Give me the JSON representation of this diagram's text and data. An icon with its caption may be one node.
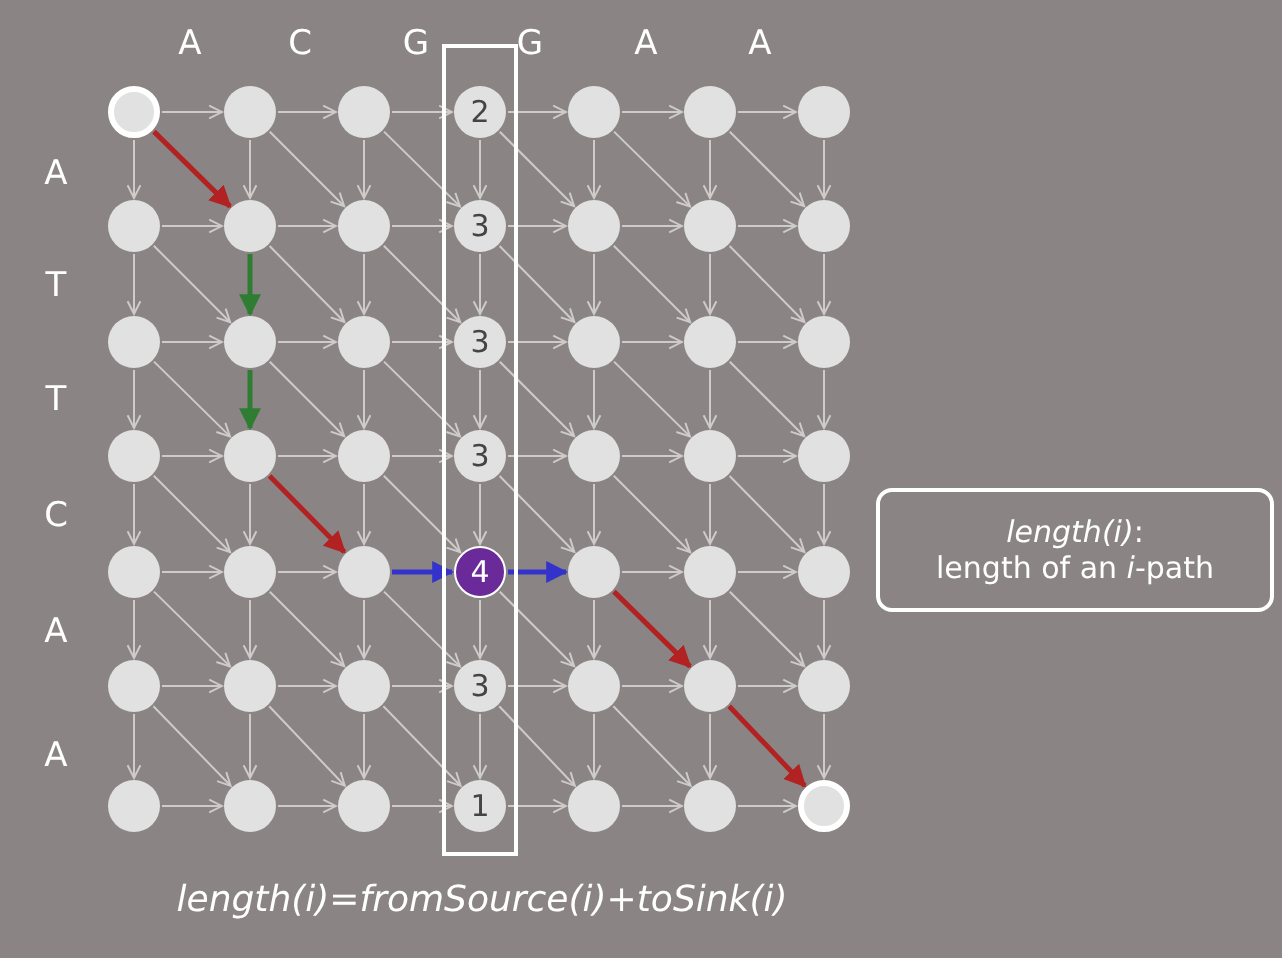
{
  "diagram": {
    "caption": "length(i)=fromSource(i)+toSink(i)",
    "nodes": [
      {
        "text": [],
        "shape": "box"
      },
      {
        "text": [],
        "shape": "circle"
      },
      {
        "text": [],
        "shape": "circle"
      },
      {
        "text": [],
        "shape": "circle"
      },
      {
        "text": [
          "2"
        ],
        "in": 0
      },
      {
        "text": [],
        "shape": "circle"
      },
      {
        "text": [],
        "shape": "circle"
      },
      {
        "text": [],
        "shape": "circle"
      },
      {
        "text": [],
        "shape": "circle"
      },
      {
        "text": [],
        "shape": "circle"
      },
      {
        "text": [],
        "shape": "circle"
      },
      {
        "text": [
          "3"
        ],
        "in": 0
      },
      {
        "text": [],
        "shape": "circle"
      },
      {
        "text": [],
        "shape": "circle"
      },
      {
        "text": [],
        "shape": "circle"
      },
      {
        "text": [],
        "shape": "circle"
      },
      {
        "text": [],
        "shape": "circle"
      },
      {
        "text": [],
        "shape": "circle"
      },
      {
        "text": [
          "3"
        ],
        "in": 0
      },
      {
        "text": [],
        "shape": "circle"
      },
      {
        "text": [],
        "shape": "circle"
      },
      {
        "text": [],
        "shape": "circle"
      },
      {
        "text": [],
        "shape": "circle"
      },
      {
        "text": [],
        "shape": "circle"
      },
      {
        "text": [],
        "shape": "circle"
      },
      {
        "text": [
          "3"
        ],
        "in": 0
      },
      {
        "text": [],
        "shape": "circle"
      },
      {
        "text": [],
        "shape": "circle"
      },
      {
        "text": [],
        "shape": "circle"
      },
      {
        "text": [],
        "shape": "circle"
      },
      {
        "text": [],
        "shape": "circle"
      },
      {
        "text": [],
        "shape": "circle"
      },
      {
        "text": [
          "4"
        ],
        "in": 0
      },
      {
        "text": [],
        "shape": "circle"
      },
      {
        "text": [],
        "shape": "circle"
      },
      {
        "text": [],
        "shape": "circle"
      },
      {
        "text": [],
        "shape": "circle"
      },
      {
        "text": [],
        "shape": "circle"
      },
      {
        "text": [],
        "shape": "circle"
      },
      {
        "text": [
          "3"
        ],
        "in": 0
      },
      {
        "text": [],
        "shape": "circle"
      },
      {
        "text": [],
        "shape": "circle"
      },
      {
        "text": [],
        "shape": "circle"
      },
      {
        "text": [],
        "shape": "circle"
      },
      {
        "text": [],
        "shape": "circle"
      },
      {
        "text": [],
        "shape": "circle"
      },
      {
        "text": [
          "1"
        ],
        "in": 0
      },
      {
        "text": [],
        "shape": "circle"
      },
      {
        "text": [],
        "shape": "circle"
      },
      {
        "text": [],
        "shape": "circle"
      },
      {
        "text": [
          "*length(i)*:",
          "length of an *i*-path"
        ]
      }
    ],
    "edges": [
      {
        "from": 1,
        "to": 2,
        "arrow": "to"
      },
      {
        "from": 2,
        "to": 3,
        "arrow": "to"
      },
      {
        "from": 3,
        "to": 4,
        "arrow": "to"
      },
      {
        "from": 4,
        "to": 5,
        "arrow": "to"
      },
      {
        "from": 5,
        "to": 6,
        "arrow": "to"
      },
      {
        "from": 6,
        "to": 7,
        "arrow": "to"
      },
      {
        "from": 1,
        "to": 8,
        "arrow": "to"
      },
      {
        "from": 2,
        "to": 9,
        "arrow": "to"
      },
      {
        "from": 3,
        "to": 10,
        "arrow": "to"
      },
      {
        "from": 4,
        "to": 11,
        "arrow": "to"
      },
      {
        "from": 5,
        "to": 12,
        "arrow": "to"
      },
      {
        "from": 6,
        "to": 13,
        "arrow": "to"
      },
      {
        "from": 7,
        "to": 14,
        "arrow": "to"
      },
      {
        "from": 1,
        "to": 9,
        "arrow": "to",
        "style": "thick",
        "color": "#b22222"
      },
      {
        "from": 2,
        "to": 10,
        "arrow": "to"
      },
      {
        "from": 3,
        "to": 11,
        "arrow": "to"
      },
      {
        "from": 4,
        "to": 12,
        "arrow": "to"
      },
      {
        "from": 5,
        "to": 13,
        "arrow": "to"
      },
      {
        "from": 6,
        "to": 14,
        "arrow": "to"
      },
      {
        "from": 8,
        "to": 9,
        "arrow": "to"
      },
      {
        "from": 9,
        "to": 10,
        "arrow": "to"
      },
      {
        "from": 10,
        "to": 11,
        "arrow": "to"
      },
      {
        "from": 11,
        "to": 12,
        "arrow": "to"
      },
      {
        "from": 12,
        "to": 13,
        "arrow": "to"
      },
      {
        "from": 13,
        "to": 14,
        "arrow": "to"
      },
      {
        "from": 8,
        "to": 15,
        "arrow": "to"
      },
      {
        "from": 9,
        "to": 16,
        "arrow": "to",
        "style": "thick",
        "color": "#2e7d32"
      },
      {
        "from": 10,
        "to": 17,
        "arrow": "to"
      },
      {
        "from": 11,
        "to": 18,
        "arrow": "to"
      },
      {
        "from": 12,
        "to": 19,
        "arrow": "to"
      },
      {
        "from": 13,
        "to": 20,
        "arrow": "to"
      },
      {
        "from": 14,
        "to": 21,
        "arrow": "to"
      },
      {
        "from": 8,
        "to": 16,
        "arrow": "to"
      },
      {
        "from": 9,
        "to": 17,
        "arrow": "to"
      },
      {
        "from": 10,
        "to": 18,
        "arrow": "to"
      },
      {
        "from": 11,
        "to": 19,
        "arrow": "to"
      },
      {
        "from": 12,
        "to": 20,
        "arrow": "to"
      },
      {
        "from": 13,
        "to": 21,
        "arrow": "to"
      },
      {
        "from": 15,
        "to": 16,
        "arrow": "to"
      },
      {
        "from": 16,
        "to": 17,
        "arrow": "to"
      },
      {
        "from": 17,
        "to": 18,
        "arrow": "to"
      },
      {
        "from": 18,
        "to": 19,
        "arrow": "to"
      },
      {
        "from": 19,
        "to": 20,
        "arrow": "to"
      },
      {
        "from": 20,
        "to": 21,
        "arrow": "to"
      },
      {
        "from": 15,
        "to": 22,
        "arrow": "to"
      },
      {
        "from": 16,
        "to": 23,
        "arrow": "to",
        "style": "thick",
        "color": "#2e7d32"
      },
      {
        "from": 17,
        "to": 24,
        "arrow": "to"
      },
      {
        "from": 18,
        "to": 25,
        "arrow": "to"
      },
      {
        "from": 19,
        "to": 26,
        "arrow": "to"
      },
      {
        "from": 20,
        "to": 27,
        "arrow": "to"
      },
      {
        "from": 21,
        "to": 28,
        "arrow": "to"
      },
      {
        "from": 15,
        "to": 23,
        "arrow": "to"
      },
      {
        "from": 16,
        "to": 24,
        "arrow": "to"
      },
      {
        "from": 17,
        "to": 25,
        "arrow": "to"
      },
      {
        "from": 18,
        "to": 26,
        "arrow": "to"
      },
      {
        "from": 19,
        "to": 27,
        "arrow": "to"
      },
      {
        "from": 20,
        "to": 28,
        "arrow": "to"
      },
      {
        "from": 22,
        "to": 23,
        "arrow": "to"
      },
      {
        "from": 23,
        "to": 24,
        "arrow": "to"
      },
      {
        "from": 24,
        "to": 25,
        "arrow": "to"
      },
      {
        "from": 25,
        "to": 26,
        "arrow": "to"
      },
      {
        "from": 26,
        "to": 27,
        "arrow": "to"
      },
      {
        "from": 27,
        "to": 28,
        "arrow": "to"
      },
      {
        "from": 22,
        "to": 29,
        "arrow": "to"
      },
      {
        "from": 23,
        "to": 30,
        "arrow": "to"
      },
      {
        "from": 24,
        "to": 31,
        "arrow": "to"
      },
      {
        "from": 25,
        "to": 32,
        "arrow": "to"
      },
      {
        "from": 26,
        "to": 33,
        "arrow": "to"
      },
      {
        "from": 27,
        "to": 34,
        "arrow": "to"
      },
      {
        "from": 28,
        "to": 35,
        "arrow": "to"
      },
      {
        "from": 22,
        "to": 30,
        "arrow": "to"
      },
      {
        "from": 23,
        "to": 31,
        "arrow": "to",
        "style": "thick",
        "color": "#b22222"
      },
      {
        "from": 24,
        "to": 32,
        "arrow": "to"
      },
      {
        "from": 25,
        "to": 33,
        "arrow": "to"
      },
      {
        "from": 26,
        "to": 34,
        "arrow": "to"
      },
      {
        "from": 27,
        "to": 35,
        "arrow": "to"
      },
      {
        "from": 29,
        "to": 30,
        "arrow": "to"
      },
      {
        "from": 30,
        "to": 31,
        "arrow": "to"
      },
      {
        "from": 31,
        "to": 32,
        "arrow": "to",
        "style": "thick",
        "color": "#3333cc"
      },
      {
        "from": 32,
        "to": 33,
        "arrow": "to",
        "style": "thick",
        "color": "#3333cc"
      },
      {
        "from": 33,
        "to": 34,
        "arrow": "to"
      },
      {
        "from": 34,
        "to": 35,
        "arrow": "to"
      },
      {
        "from": 29,
        "to": 36,
        "arrow": "to"
      },
      {
        "from": 30,
        "to": 37,
        "arrow": "to"
      },
      {
        "from": 31,
        "to": 38,
        "arrow": "to"
      },
      {
        "from": 32,
        "to": 39,
        "arrow": "to"
      },
      {
        "from": 33,
        "to": 40,
        "arrow": "to"
      },
      {
        "from": 34,
        "to": 41,
        "arrow": "to"
      },
      {
        "from": 35,
        "to": 42,
        "arrow": "to"
      },
      {
        "from": 29,
        "to": 37,
        "arrow": "to"
      },
      {
        "from": 30,
        "to": 38,
        "arrow": "to"
      },
      {
        "from": 31,
        "to": 39,
        "arrow": "to"
      },
      {
        "from": 32,
        "to": 40,
        "arrow": "to"
      },
      {
        "from": 33,
        "to": 41,
        "arrow": "to",
        "style": "thick",
        "color": "#b22222"
      },
      {
        "from": 34,
        "to": 42,
        "arrow": "to"
      },
      {
        "from": 36,
        "to": 37,
        "arrow": "to"
      },
      {
        "from": 37,
        "to": 38,
        "arrow": "to"
      },
      {
        "from": 38,
        "to": 39,
        "arrow": "to"
      },
      {
        "from": 39,
        "to": 40,
        "arrow": "to"
      },
      {
        "from": 40,
        "to": 41,
        "arrow": "to"
      },
      {
        "from": 41,
        "to": 42,
        "arrow": "to"
      },
      {
        "from": 36,
        "to": 43,
        "arrow": "to"
      },
      {
        "from": 37,
        "to": 44,
        "arrow": "to"
      },
      {
        "from": 38,
        "to": 45,
        "arrow": "to"
      },
      {
        "from": 39,
        "to": 46,
        "arrow": "to"
      },
      {
        "from": 40,
        "to": 47,
        "arrow": "to"
      },
      {
        "from": 41,
        "to": 48,
        "arrow": "to"
      },
      {
        "from": 42,
        "to": 49,
        "arrow": "to"
      },
      {
        "from": 36,
        "to": 44,
        "arrow": "to"
      },
      {
        "from": 37,
        "to": 45,
        "arrow": "to"
      },
      {
        "from": 38,
        "to": 46,
        "arrow": "to"
      },
      {
        "from": 39,
        "to": 47,
        "arrow": "to"
      },
      {
        "from": 40,
        "to": 48,
        "arrow": "to"
      },
      {
        "from": 41,
        "to": 49,
        "arrow": "to",
        "style": "thick",
        "color": "#b22222"
      },
      {
        "from": 43,
        "to": 44,
        "arrow": "to"
      },
      {
        "from": 44,
        "to": 45,
        "arrow": "to"
      },
      {
        "from": 45,
        "to": 46,
        "arrow": "to"
      },
      {
        "from": 46,
        "to": 47,
        "arrow": "to"
      },
      {
        "from": 47,
        "to": 48,
        "arrow": "to"
      },
      {
        "from": 48,
        "to": 49,
        "arrow": "to"
      }
    ],
    "labels": [
      "A",
      "C",
      "G",
      "G",
      "A",
      "A",
      "A",
      "T",
      "T",
      "C",
      "A",
      "A"
    ]
  }
}
